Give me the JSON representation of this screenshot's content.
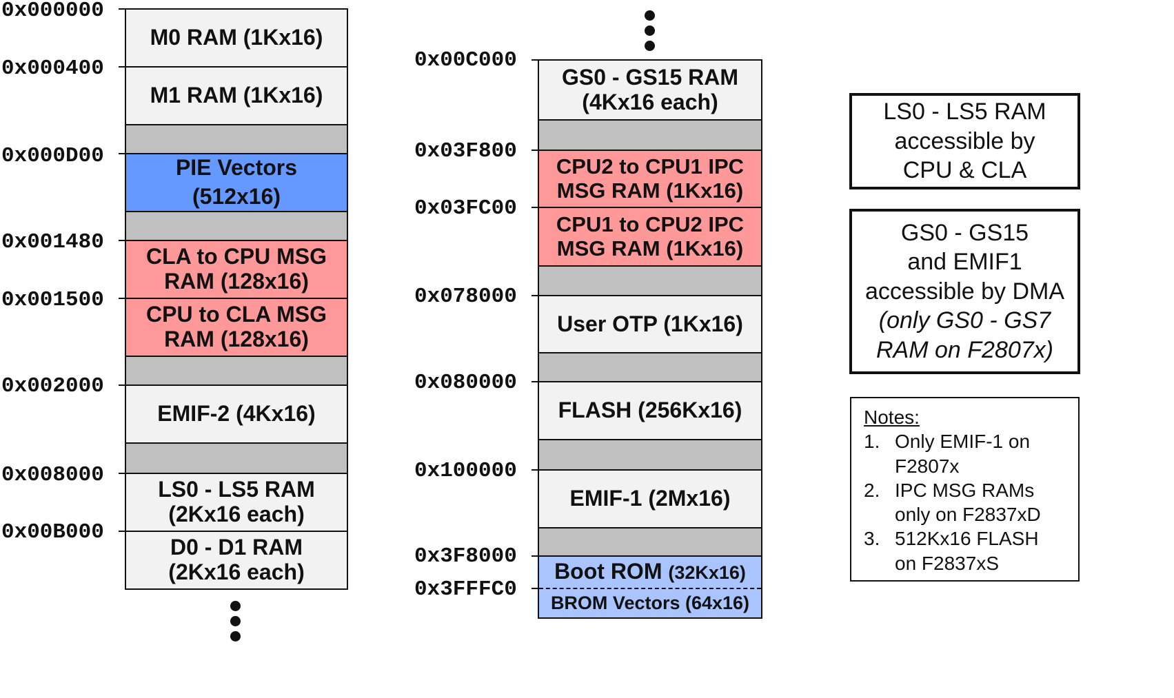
{
  "colors": {
    "white_block": "#f2f2f2",
    "gap": "#c0c0c0",
    "pie": "#6699ff",
    "msg": "#ff9999",
    "boot": "#a9c4ff"
  },
  "left_column": {
    "addresses": [
      "0x000000",
      "0x000400",
      "0x000D00",
      "0x001480",
      "0x001500",
      "0x002000",
      "0x008000",
      "0x00B000"
    ],
    "blocks": {
      "m0": [
        "M0 RAM (1Kx16)"
      ],
      "m1": [
        "M1 RAM (1Kx16)"
      ],
      "pie": [
        "PIE Vectors",
        "(512x16)"
      ],
      "cla_to_cpu": [
        "CLA to CPU MSG",
        "RAM (128x16)"
      ],
      "cpu_to_cla": [
        "CPU to CLA MSG",
        "RAM (128x16)"
      ],
      "emif2": [
        "EMIF-2 (4Kx16)"
      ],
      "ls": [
        "LS0 - LS5 RAM",
        "(2Kx16 each)"
      ],
      "d0d1": [
        "D0 - D1 RAM",
        "(2Kx16 each)"
      ]
    }
  },
  "right_column": {
    "addresses": [
      "0x00C000",
      "0x03F800",
      "0x03FC00",
      "0x078000",
      "0x080000",
      "0x100000",
      "0x3F8000",
      "0x3FFFC0"
    ],
    "blocks": {
      "gs": [
        "GS0 - GS15 RAM",
        "(4Kx16 each)"
      ],
      "ipc21": [
        "CPU2 to CPU1 IPC",
        "MSG RAM (1Kx16)"
      ],
      "ipc12": [
        "CPU1 to CPU2 IPC",
        "MSG RAM (1Kx16)"
      ],
      "otp": [
        "User OTP (1Kx16)"
      ],
      "flash": [
        "FLASH (256Kx16)"
      ],
      "emif1": [
        "EMIF-1 (2Mx16)"
      ],
      "boot_rom": {
        "name": "Boot ROM",
        "size": "(32Kx16)"
      },
      "brom_vectors": "BROM Vectors (64x16)"
    }
  },
  "info_boxes": {
    "ls_access": [
      "LS0 - LS5 RAM",
      "accessible by",
      "CPU & CLA"
    ],
    "gs_access": [
      "GS0 - GS15",
      "and EMIF1",
      "accessible by DMA"
    ],
    "gs_access_note": [
      "(only GS0 - GS7",
      "RAM on F2807x)"
    ]
  },
  "notes": {
    "title": "Notes:",
    "items": [
      {
        "num": "1.",
        "lines": [
          "Only EMIF-1 on",
          "F2807x"
        ]
      },
      {
        "num": "2.",
        "lines": [
          "IPC MSG RAMs",
          "only on F2837xD"
        ]
      },
      {
        "num": "3.",
        "lines": [
          "512Kx16 FLASH",
          "on F2837xS"
        ]
      }
    ]
  }
}
